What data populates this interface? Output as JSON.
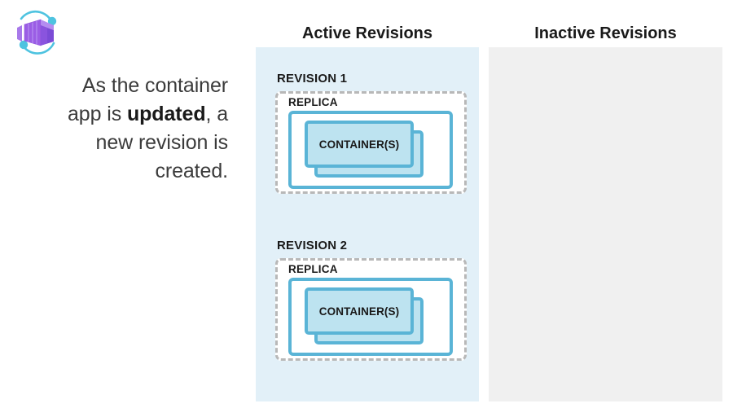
{
  "logo": {
    "name": "azure-container-apps-logo",
    "box_color": "#9b5de5",
    "box_color_light": "#b08cf0",
    "box_color_dark": "#7b4bd6",
    "orbit_color": "#4ec3e0"
  },
  "caption": {
    "line1": "As the container",
    "line2_prefix": "app is ",
    "line2_bold": "updated",
    "line2_suffix": ", a",
    "line3": "new revision is",
    "line4": "created.",
    "full_text": "As the container app is updated, a new revision is created."
  },
  "panels": {
    "active": {
      "heading": "Active Revisions",
      "background_color": "#e2f0f8",
      "revisions": [
        {
          "label": "REVISION 1",
          "replica_label": "REPLICA",
          "container_label": "CONTAINER(S)",
          "container_count_shown": 2
        },
        {
          "label": "REVISION 2",
          "replica_label": "REPLICA",
          "container_label": "CONTAINER(S)",
          "container_count_shown": 2
        }
      ]
    },
    "inactive": {
      "heading": "Inactive Revisions",
      "background_color": "#f0f0f0",
      "revisions": []
    }
  },
  "colors": {
    "accent_blue": "#5ab4d6",
    "container_fill": "#bde3f0",
    "dashed_border": "#b8b8b8",
    "text_dark": "#1a1a1a",
    "text_body": "#3b3b3b"
  }
}
